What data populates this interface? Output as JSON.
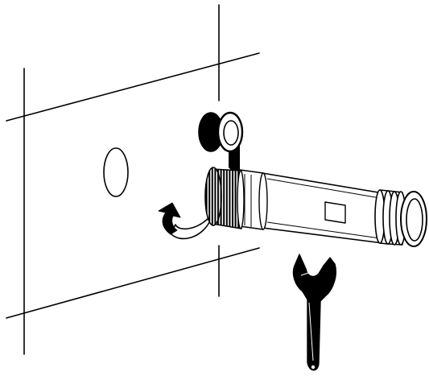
{
  "diagram": {
    "kind": "assembly-instruction",
    "colors": {
      "stroke": "#000000",
      "fill": "#000000",
      "background": "#ffffff"
    },
    "parts": [
      {
        "id": "wall-panel",
        "icon": "wall-panel-icon"
      },
      {
        "id": "wall-hole",
        "icon": "hole-icon"
      },
      {
        "id": "pipe-fitting",
        "icon": "pipe-fitting-icon"
      },
      {
        "id": "threaded-end",
        "icon": "thread-icon"
      },
      {
        "id": "seal-ring",
        "icon": "seal-ring-icon"
      },
      {
        "id": "rotate-arrow",
        "icon": "rotate-arrow-icon"
      },
      {
        "id": "adjustable-wrench",
        "icon": "wrench-icon"
      }
    ]
  }
}
